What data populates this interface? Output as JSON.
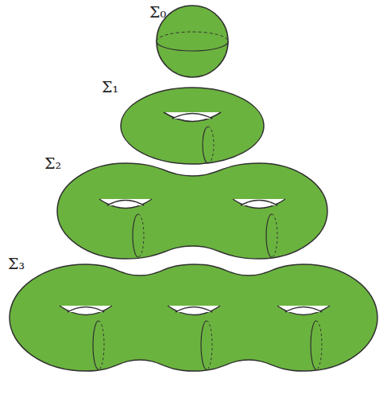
{
  "diagram": {
    "labels": [
      "Σ₀",
      "Σ₁",
      "Σ₂",
      "Σ₃"
    ]
  }
}
